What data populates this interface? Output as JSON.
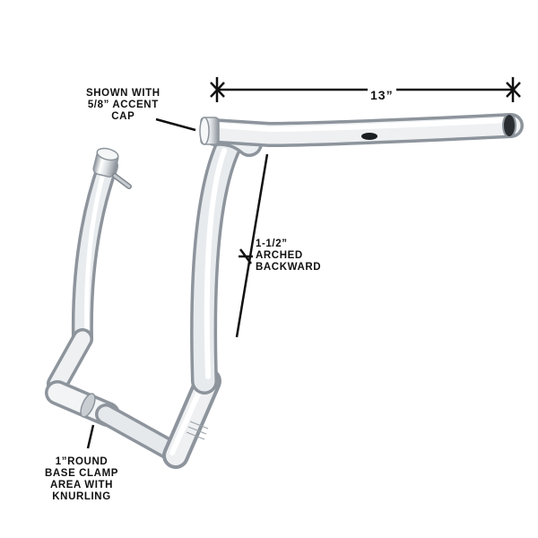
{
  "annotations": {
    "width_dimension": "13”",
    "accent_cap": [
      "SHOWN WITH",
      "5/8” ACCENT",
      "CAP"
    ],
    "arched": [
      "1-1/2”",
      "ARCHED",
      "BACKWARD"
    ],
    "base_clamp": [
      "1”ROUND",
      "BASE CLAMP",
      "AREA WITH",
      "KNURLING"
    ]
  },
  "colors": {
    "chrome_light": "#ffffff",
    "chrome_mid": "#d9dde2",
    "chrome_dark": "#8d949c",
    "ink": "#111111"
  }
}
